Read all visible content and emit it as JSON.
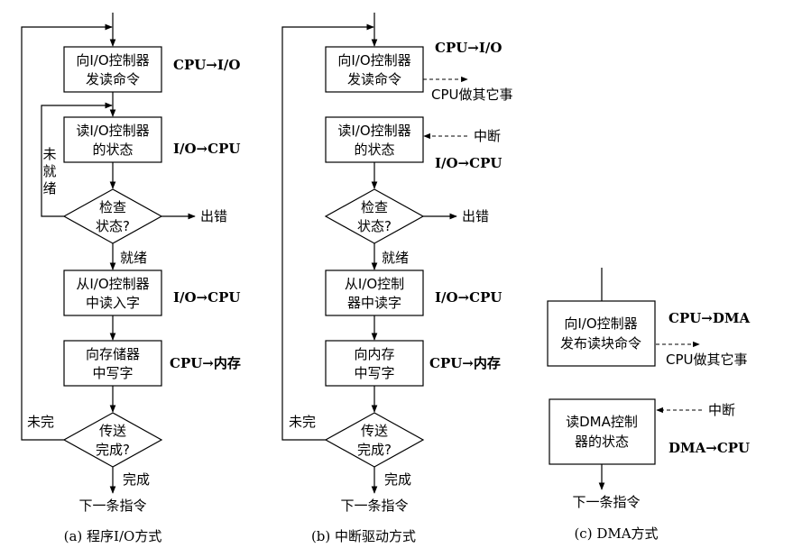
{
  "panel_a": {
    "box1": [
      "向I/O控制器",
      "发读命令"
    ],
    "box2": [
      "读I/O控制器",
      "的状态"
    ],
    "diamond1": [
      "检查",
      "状态?"
    ],
    "box3": [
      "从I/O控制器",
      "中读入字"
    ],
    "box4": [
      "向存储器",
      "中写字"
    ],
    "diamond2": [
      "传送",
      "完成?"
    ],
    "side1": "CPU→I/O",
    "side2": "I/O→CPU",
    "side3": "I/O→CPU",
    "side4": "CPU→内存",
    "error": "出错",
    "not_ready": [
      "未",
      "就",
      "绪"
    ],
    "ready": "就绪",
    "not_done": "未完",
    "done": "完成",
    "next": "下一条指令",
    "caption": "(a) 程序I/O方式"
  },
  "panel_b": {
    "box1": [
      "向I/O控制器",
      "发读命令"
    ],
    "box2": [
      "读I/O控制器",
      "的状态"
    ],
    "diamond1": [
      "检查",
      "状态?"
    ],
    "box3": [
      "从I/O控制",
      "器中读字"
    ],
    "box4": [
      "向内存",
      "中写字"
    ],
    "diamond2": [
      "传送",
      "完成?"
    ],
    "side1": "CPU→I/O",
    "cpu_other": "CPU做其它事",
    "interrupt": "中断",
    "side2": "I/O→CPU",
    "side3": "I/O→CPU",
    "side4": "CPU→内存",
    "error": "出错",
    "ready": "就绪",
    "not_done": "未完",
    "done": "完成",
    "next": "下一条指令",
    "caption": "(b) 中断驱动方式"
  },
  "panel_c": {
    "box1": [
      "向I/O控制器",
      "发布读块命令"
    ],
    "box2": [
      "读DMA控制",
      "器的状态"
    ],
    "side1": "CPU→DMA",
    "cpu_other": "CPU做其它事",
    "interrupt": "中断",
    "side2": "DMA→CPU",
    "next": "下一条指令",
    "caption": "(c) DMA方式"
  }
}
